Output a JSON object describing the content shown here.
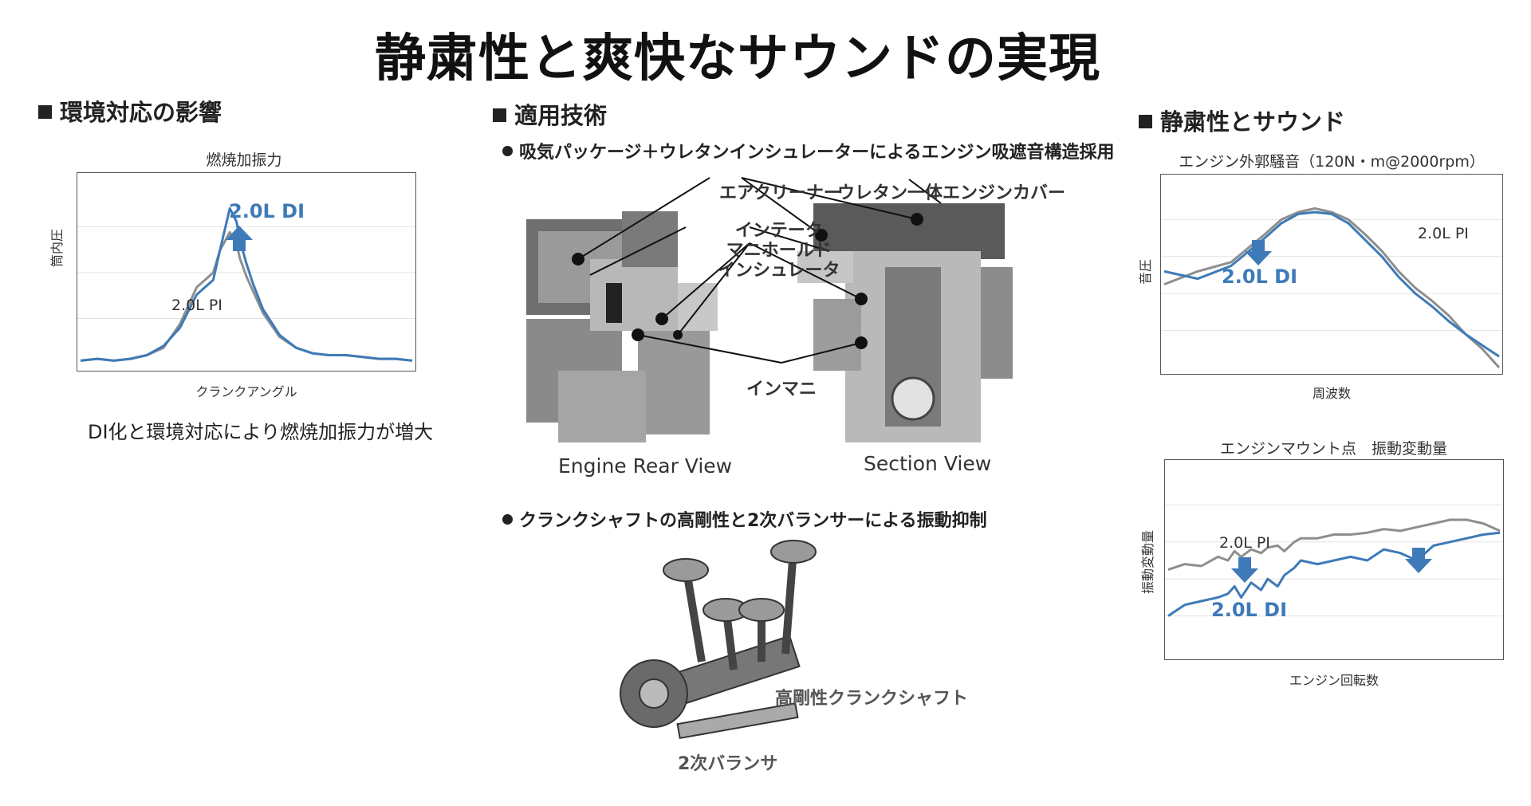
{
  "title": "静粛性と爽快なサウンドの実現",
  "left_section": {
    "heading": "環境対応の影響",
    "caption": "DI化と環境対応により燃焼加振力が増大"
  },
  "middle_section": {
    "heading": "適用技術",
    "bullet1": "吸気パッケージ＋ウレタンインシュレーターによるエンジン吸遮音構造採用",
    "bullet2": "クランクシャフトの高剛性と2次バランサーによる振動抑制",
    "callouts": {
      "air_cleaner": "エアクリーナー",
      "urethan_cover": "ウレタン一体エンジンカバー",
      "intake_manifold_insulator": [
        "インテーク",
        "マニホールド",
        "インシュレータ"
      ],
      "inmani": "インマニ",
      "crankshaft": "高剛性クランクシャフト",
      "balancer": "2次バランサ"
    },
    "view_labels": {
      "rear": "Engine Rear View",
      "section": "Section View"
    }
  },
  "right_section": {
    "heading": "静粛性とサウンド"
  },
  "chart_data": [
    {
      "type": "line",
      "title": "燃焼加振力",
      "xlabel": "クランクアングル",
      "ylabel": "筒内圧",
      "grid": true,
      "x": [
        0,
        5,
        10,
        15,
        20,
        25,
        30,
        35,
        40,
        42,
        45,
        47,
        48,
        50,
        52,
        55,
        60,
        65,
        70,
        75,
        80,
        85,
        90,
        95,
        100
      ],
      "series": [
        {
          "name": "2.0L PI",
          "color": "#8e8e8e",
          "values": [
            0.02,
            0.03,
            0.02,
            0.03,
            0.05,
            0.09,
            0.22,
            0.42,
            0.5,
            0.62,
            0.72,
            0.66,
            0.58,
            0.48,
            0.4,
            0.28,
            0.15,
            0.09,
            0.06,
            0.05,
            0.05,
            0.04,
            0.03,
            0.03,
            0.02
          ]
        },
        {
          "name": "2.0L DI",
          "color": "#3e7ab8",
          "values": [
            0.02,
            0.03,
            0.02,
            0.03,
            0.05,
            0.1,
            0.2,
            0.38,
            0.46,
            0.62,
            0.85,
            0.78,
            0.68,
            0.55,
            0.44,
            0.3,
            0.16,
            0.09,
            0.06,
            0.05,
            0.05,
            0.04,
            0.03,
            0.03,
            0.02
          ]
        }
      ],
      "annotations": {
        "di_label": "2.0L DI",
        "pi_label": "2.0L PI"
      }
    },
    {
      "type": "line",
      "title": "エンジン外郭騒音（120N・m@2000rpm）",
      "xlabel": "周波数",
      "ylabel": "音圧",
      "grid": true,
      "x": [
        0,
        10,
        20,
        30,
        35,
        40,
        45,
        50,
        55,
        60,
        65,
        70,
        75,
        80,
        85,
        90,
        95,
        100
      ],
      "series": [
        {
          "name": "2.0L PI",
          "color": "#8e8e8e",
          "values": [
            0.45,
            0.52,
            0.57,
            0.72,
            0.8,
            0.84,
            0.86,
            0.84,
            0.8,
            0.72,
            0.63,
            0.52,
            0.43,
            0.36,
            0.28,
            0.18,
            0.1,
            0.0
          ]
        },
        {
          "name": "2.0L DI",
          "color": "#3e7ab8",
          "values": [
            0.52,
            0.48,
            0.55,
            0.7,
            0.78,
            0.83,
            0.84,
            0.83,
            0.78,
            0.69,
            0.6,
            0.49,
            0.4,
            0.33,
            0.25,
            0.18,
            0.12,
            0.06
          ]
        }
      ],
      "annotations": {
        "di_label": "2.0L DI",
        "pi_label": "2.0L PI"
      }
    },
    {
      "type": "line",
      "title": "エンジンマウント点　振動変動量",
      "xlabel": "エンジン回転数",
      "ylabel": "振動変動量",
      "grid": true,
      "x": [
        0,
        5,
        10,
        15,
        18,
        20,
        22,
        25,
        28,
        30,
        33,
        35,
        38,
        40,
        45,
        50,
        55,
        60,
        65,
        70,
        75,
        80,
        85,
        90,
        95,
        100
      ],
      "series": [
        {
          "name": "2.0L PI",
          "color": "#8e8e8e",
          "values": [
            0.45,
            0.48,
            0.47,
            0.52,
            0.5,
            0.55,
            0.52,
            0.56,
            0.54,
            0.57,
            0.58,
            0.55,
            0.6,
            0.62,
            0.62,
            0.64,
            0.64,
            0.65,
            0.67,
            0.66,
            0.68,
            0.7,
            0.72,
            0.72,
            0.7,
            0.66
          ]
        },
        {
          "name": "2.0L DI",
          "color": "#3e7ab8",
          "values": [
            0.2,
            0.26,
            0.28,
            0.3,
            0.32,
            0.36,
            0.3,
            0.38,
            0.34,
            0.4,
            0.36,
            0.42,
            0.46,
            0.5,
            0.48,
            0.5,
            0.52,
            0.5,
            0.56,
            0.54,
            0.5,
            0.58,
            0.6,
            0.62,
            0.64,
            0.65
          ]
        }
      ],
      "annotations": {
        "di_label": "2.0L DI",
        "pi_label": "2.0L PI"
      }
    }
  ]
}
